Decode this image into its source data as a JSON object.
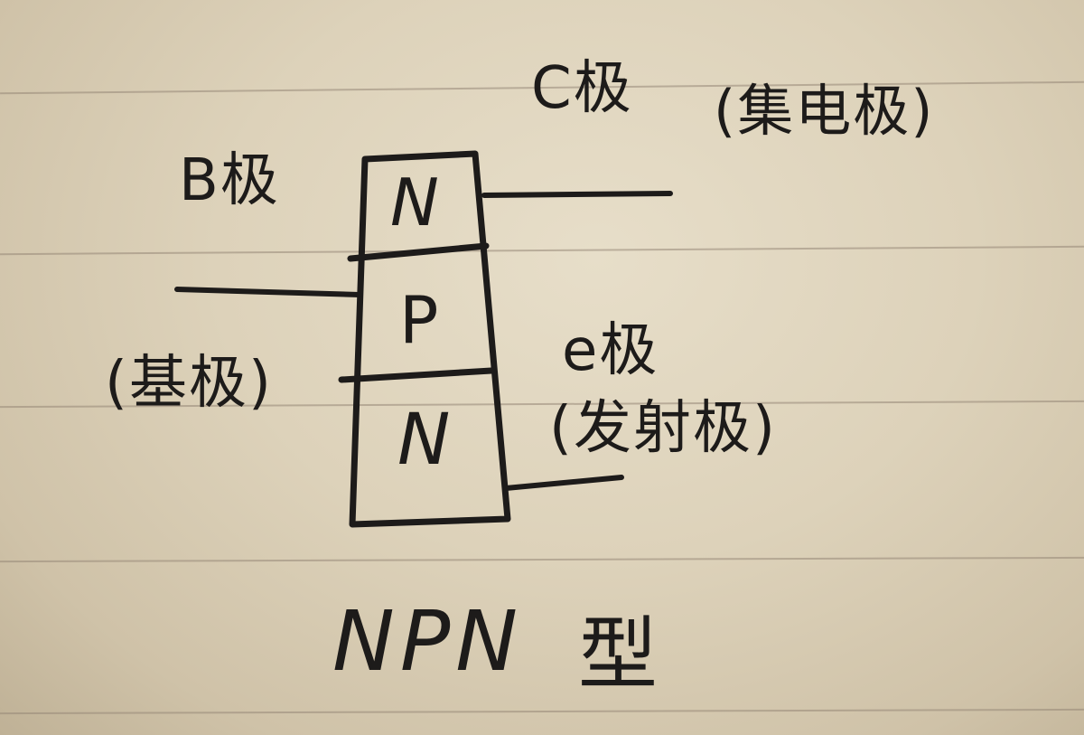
{
  "diagram": {
    "layers": {
      "top": "N",
      "middle": "P",
      "bottom": "N"
    },
    "collector": {
      "label": "C极",
      "note": "(集电极)"
    },
    "base": {
      "label": "B极",
      "note": "(基极)"
    },
    "emitter": {
      "label": "e极",
      "note": "(发射极)"
    },
    "caption": {
      "type": "NPN",
      "suffix": "型"
    }
  },
  "style": {
    "ink": "#1d1b1a",
    "paper": "#e2d8c2",
    "rule_line": "#968776"
  }
}
